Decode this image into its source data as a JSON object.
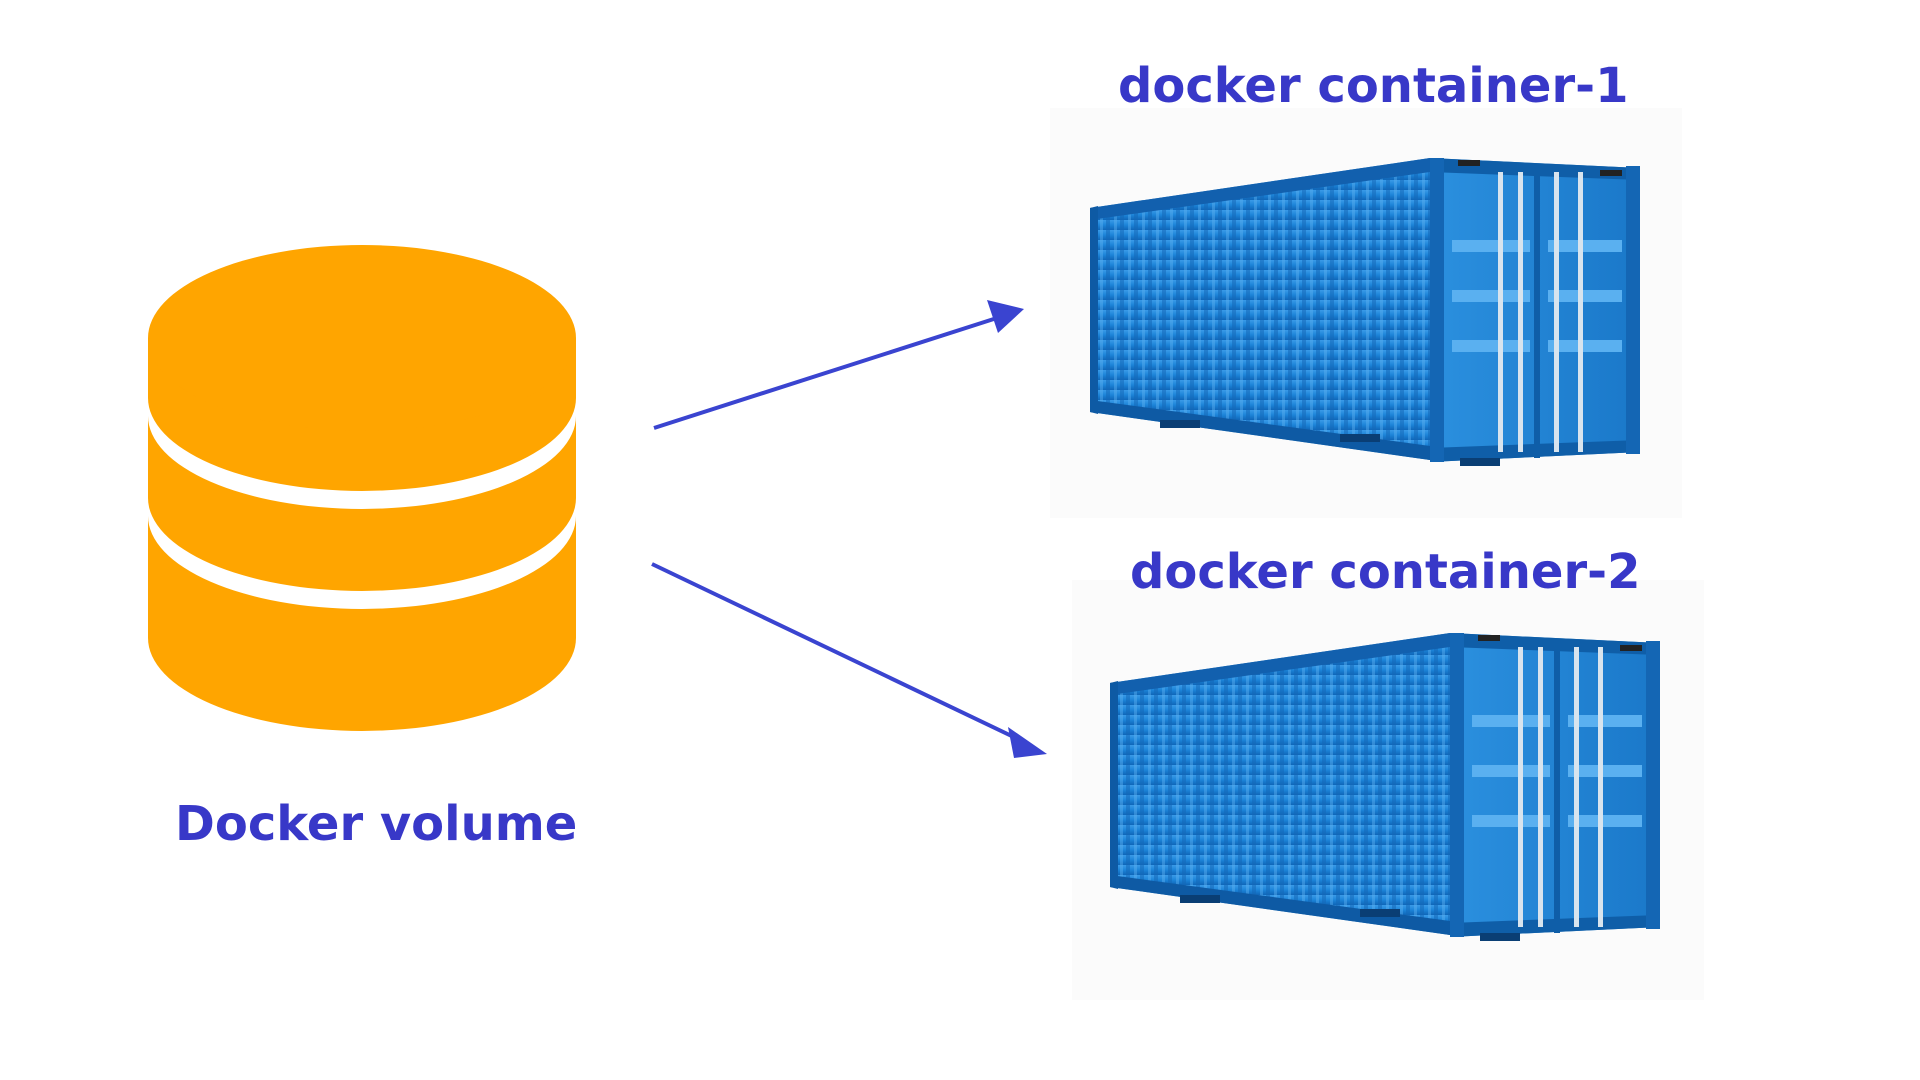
{
  "volume": {
    "label": "Docker volume",
    "icon": "database-icon",
    "color": "#FFA500"
  },
  "containers": [
    {
      "label": "docker container-1",
      "icon": "shipping-container-icon"
    },
    {
      "label": "docker container-2",
      "icon": "shipping-container-icon"
    }
  ],
  "arrows": [
    {
      "from": "Docker volume",
      "to": "docker container-1"
    },
    {
      "from": "Docker volume",
      "to": "docker container-2"
    }
  ],
  "colors": {
    "text": "#3838C8",
    "arrow": "#3A44D0",
    "container_body": "#1C84D8",
    "container_dark": "#0E5FAE",
    "container_light": "#4DA8EE"
  }
}
